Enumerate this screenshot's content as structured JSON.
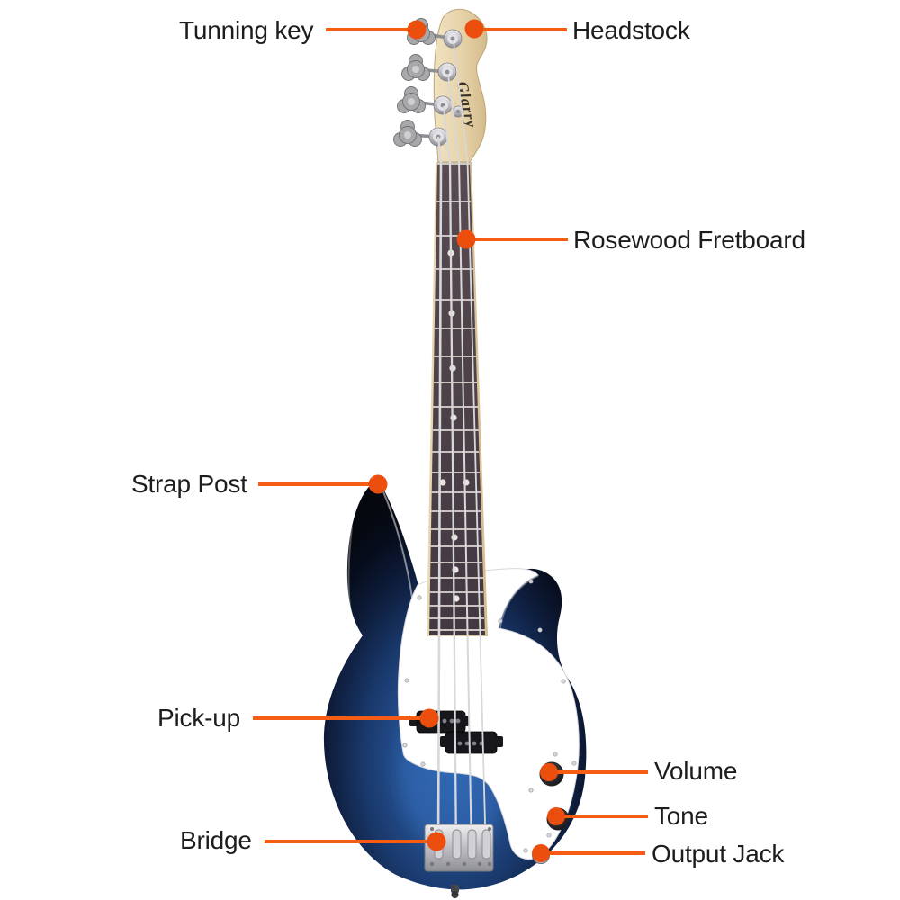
{
  "diagram": {
    "brand": "Glarry",
    "accent_color": "#f75c15",
    "marker_color": "#ec4e0d",
    "background_color": "#ffffff",
    "body_color_center": "#2f66b0",
    "body_color_edge": "#05080f",
    "pickguard_color": "#ffffff",
    "headstock_color": "#e6d2a8",
    "labels": {
      "tunning_key": "Tunning key",
      "headstock": "Headstock",
      "rosewood_fretboard": "Rosewood Fretboard",
      "strap_post": "Strap Post",
      "pick_up": "Pick-up",
      "volume": "Volume",
      "tone": "Tone",
      "bridge": "Bridge",
      "output_jack": "Output Jack"
    }
  }
}
